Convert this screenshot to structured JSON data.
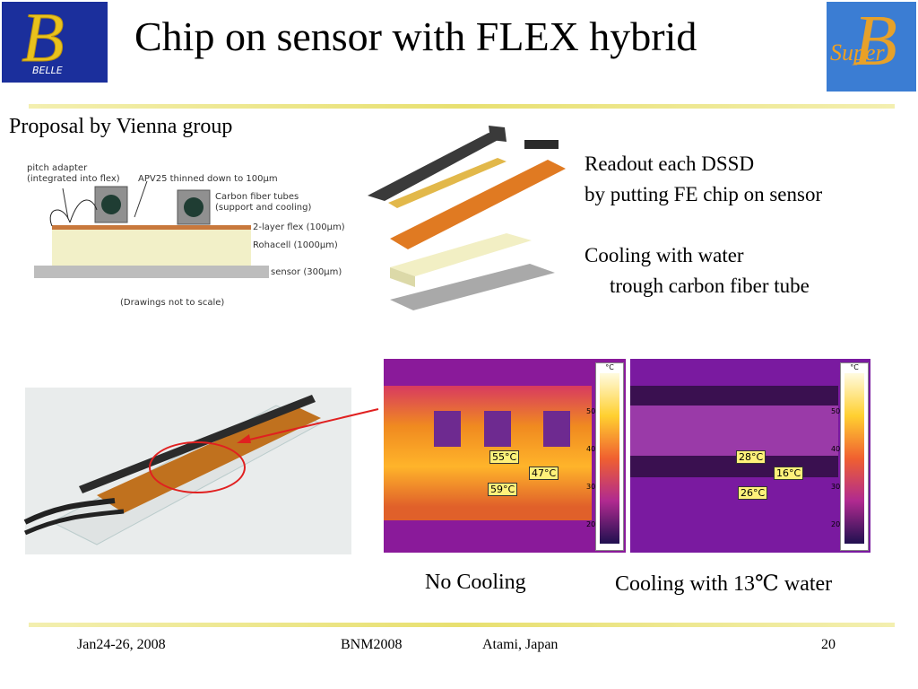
{
  "slide": {
    "title": "Chip on sensor with FLEX hybrid",
    "subtitle": "Proposal by Vienna group",
    "logo_left": "BELLE",
    "logo_right": "Super"
  },
  "cross_section": {
    "pitch_adapter": "pitch adapter",
    "pitch_adapter_sub": "(integrated into flex)",
    "apv": "APV25 thinned down to 100μm",
    "carbon_tubes": "Carbon fiber tubes",
    "carbon_tubes_sub": "(support and cooling)",
    "flex": "2-layer flex (100μm)",
    "rohacell": "Rohacell (1000μm)",
    "sensor": "sensor (300μm)",
    "note": "(Drawings not to scale)"
  },
  "right_text": {
    "line1": "Readout each DSSD",
    "line2": "by putting FE chip on sensor",
    "line3": "Cooling with water",
    "line4": "trough carbon fiber tube"
  },
  "thermal": {
    "unit": "°C",
    "scale": [
      "50",
      "40",
      "30",
      "20"
    ],
    "no_cooling_temps": [
      "55°C",
      "47°C",
      "59°C"
    ],
    "cooling_temps": [
      "28°C",
      "16°C",
      "26°C"
    ],
    "caption_left": "No Cooling",
    "caption_right": "Cooling with 13℃ water"
  },
  "footer": {
    "date": "Jan24-26, 2008",
    "conference": "BNM2008",
    "location": "Atami, Japan",
    "page": "20"
  }
}
